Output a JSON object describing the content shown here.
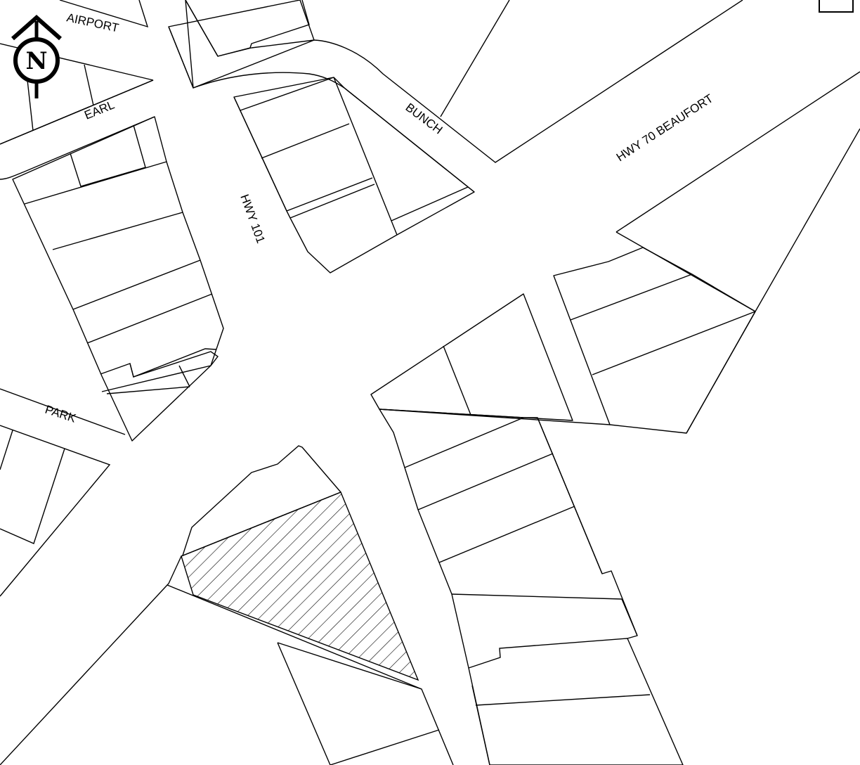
{
  "streets": {
    "airport": "AIRPORT",
    "earl": "EARL",
    "bunch": "BUNCH",
    "hwy101": "HWY 101",
    "hwy70": "HWY 70 BEAUFORT",
    "park": "PARK"
  },
  "north_arrow": {
    "letter": "N",
    "icon": "north-arrow-icon"
  },
  "colors": {
    "line": "#000000",
    "background": "#ffffff"
  }
}
